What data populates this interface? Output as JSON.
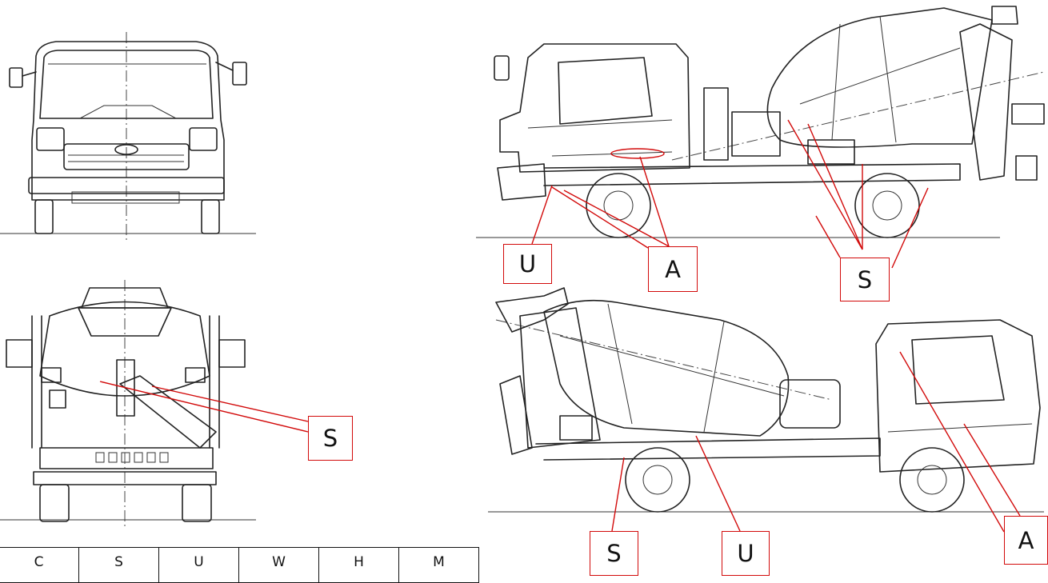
{
  "figure": {
    "views": [
      "front-view",
      "rear-view",
      "left-side-view",
      "right-side-view"
    ],
    "legend_columns": [
      "C",
      "S",
      "U",
      "W",
      "H",
      "M"
    ],
    "callouts": [
      {
        "id": "u-left-top",
        "text": "U"
      },
      {
        "id": "a-left-top",
        "text": "A"
      },
      {
        "id": "s-right-top",
        "text": "S"
      },
      {
        "id": "s-rear",
        "text": "S"
      },
      {
        "id": "s-bottom",
        "text": "S"
      },
      {
        "id": "u-bottom",
        "text": "U"
      },
      {
        "id": "a-bottom",
        "text": "A"
      }
    ],
    "callout_color": "#d20a0a"
  }
}
